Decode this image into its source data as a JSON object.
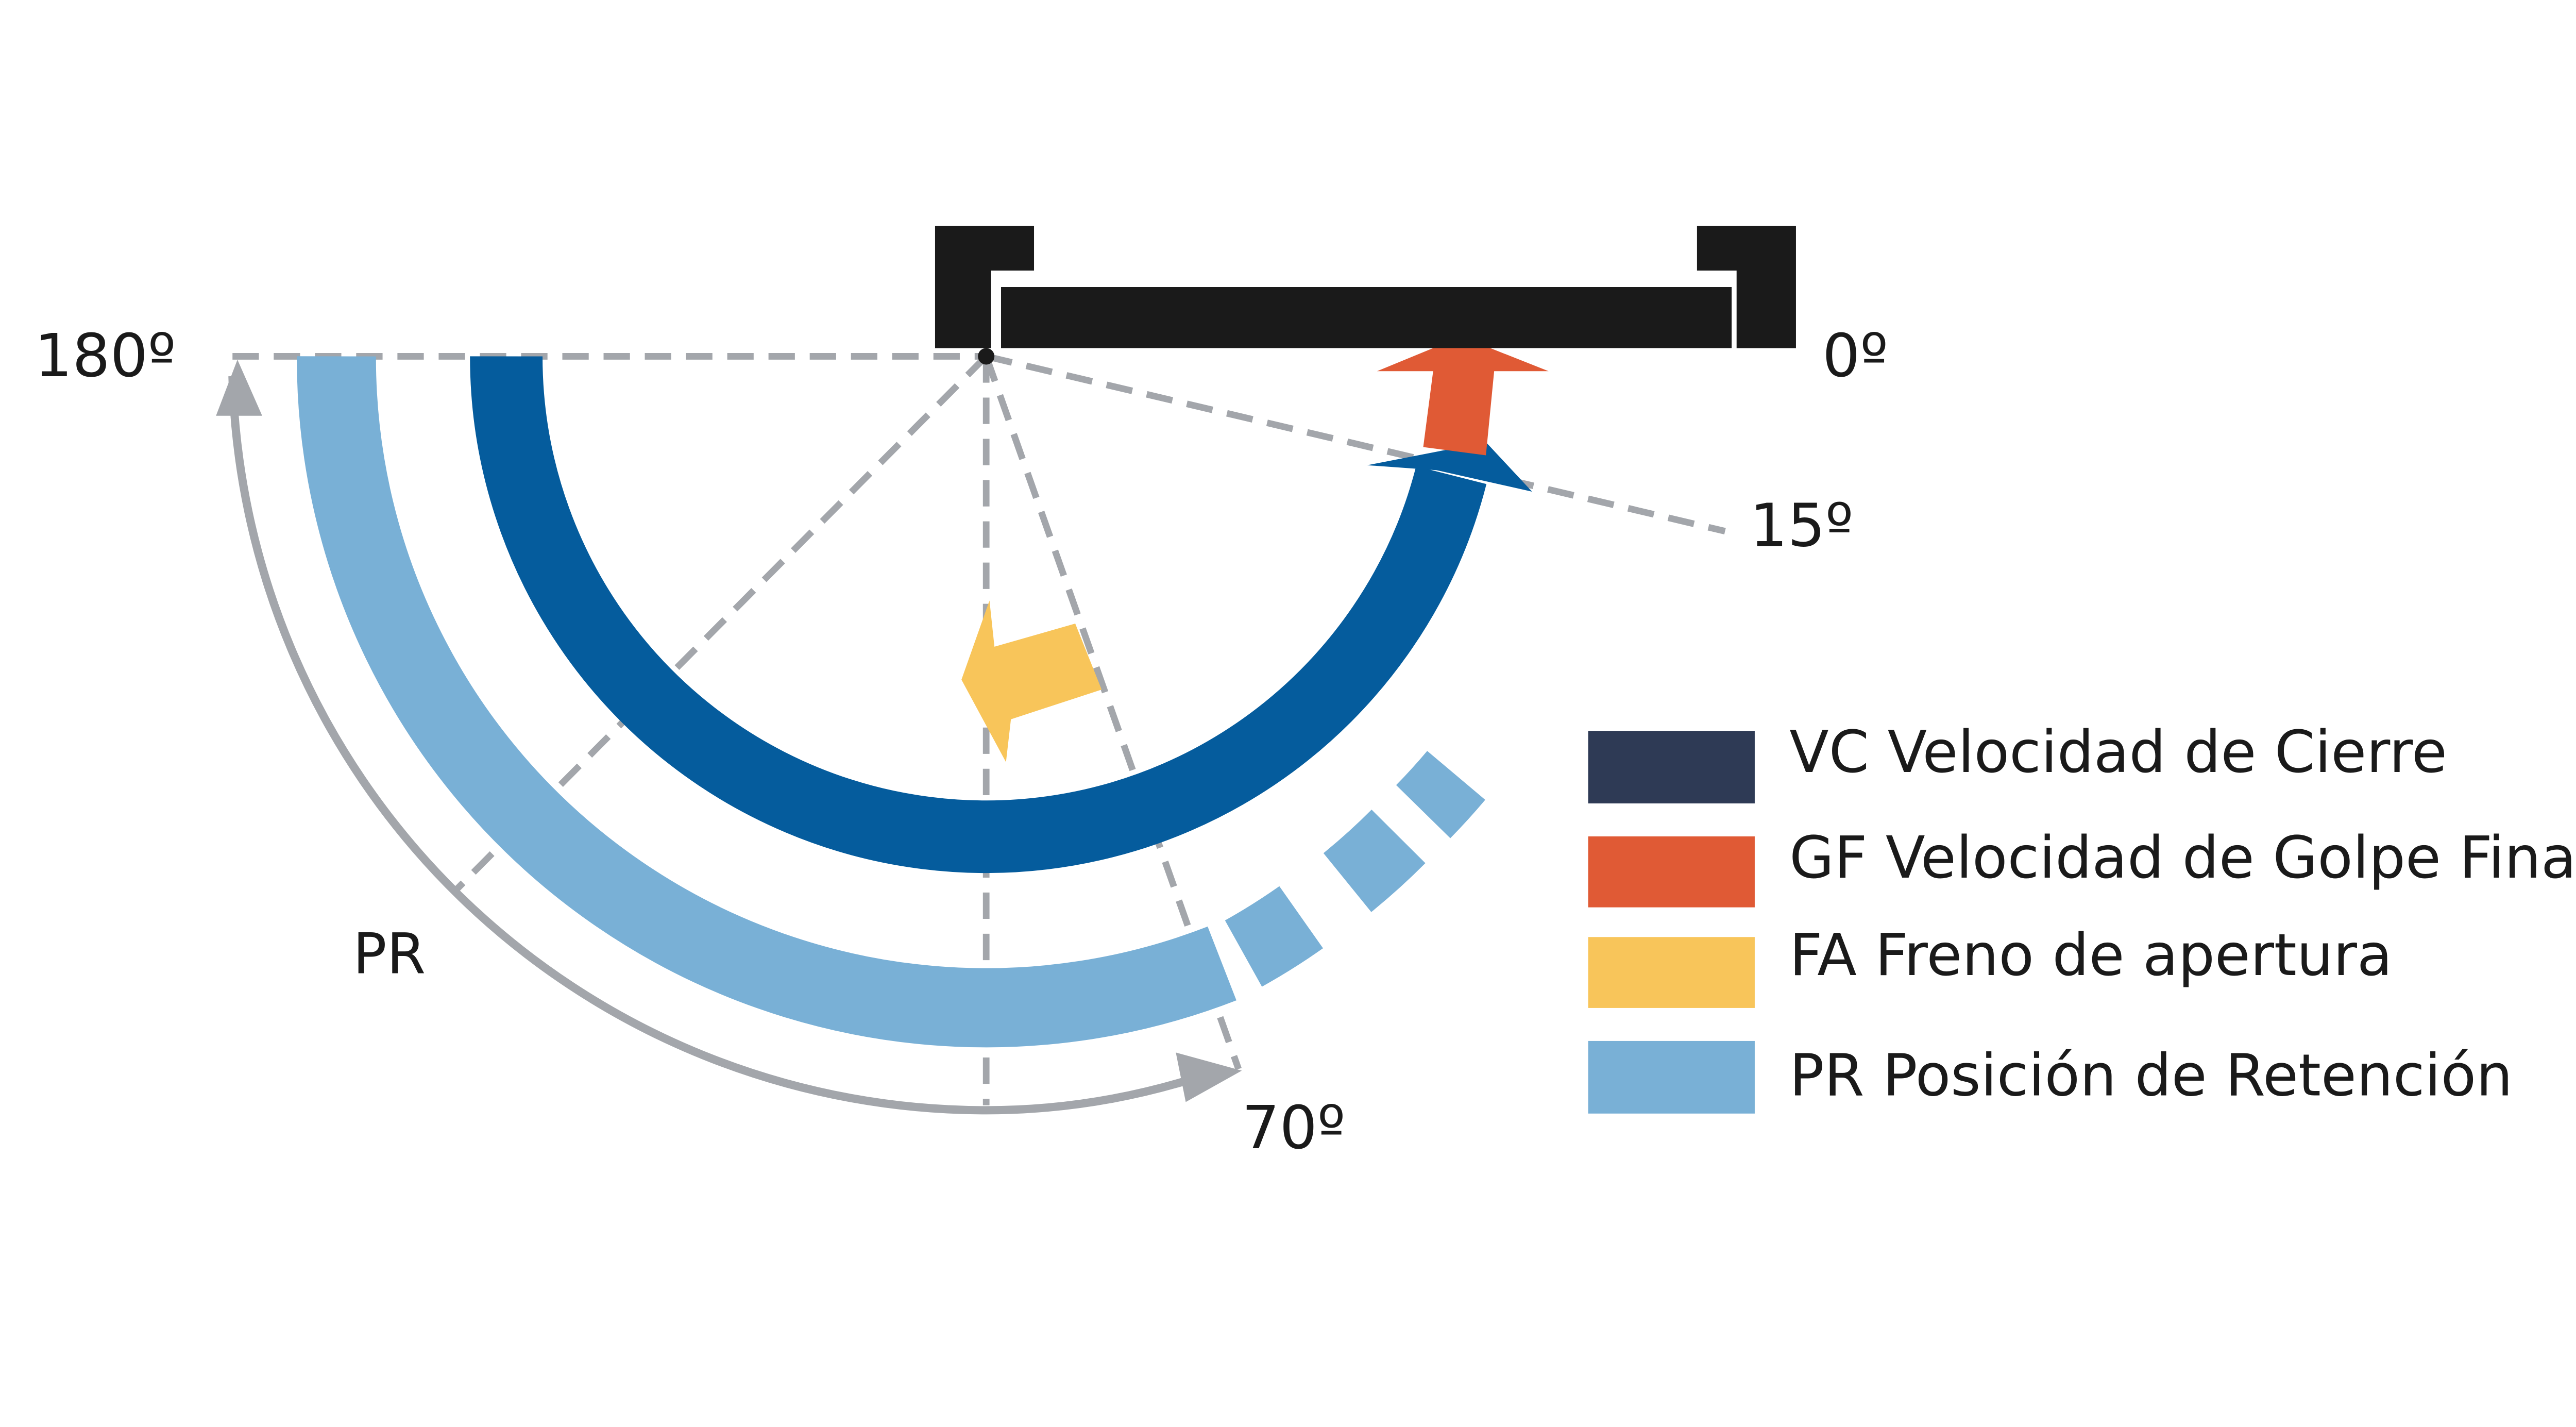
{
  "labels": {
    "deg_180": "180º",
    "deg_0": "0º",
    "deg_15": "15º",
    "deg_70": "70º",
    "pr": "PR"
  },
  "legend": [
    {
      "text": "VC Velocidad de Cierre",
      "color": "#2e3a55"
    },
    {
      "text": "GF Velocidad de Golpe Final",
      "color": "#e05a35"
    },
    {
      "text": "FA Freno de apertura",
      "color": "#f8c55a"
    },
    {
      "text": "PR Posición de Retención",
      "color": "#79b0d6"
    }
  ],
  "colors": {
    "door": "#1a1a1a",
    "dashed_lines": "#a3a6ab",
    "closing_arc": "#055c9d",
    "hold_open_arc": "#79b0d6",
    "latch_arrow": "#e05a35",
    "backcheck_arrow": "#f8c55a",
    "pr_arrow": "#a3a6ab"
  },
  "icons": {
    "closing": "closing-speed-arrow-icon",
    "latch": "latch-speed-arrow-icon",
    "backcheck": "backcheck-arrow-icon"
  }
}
